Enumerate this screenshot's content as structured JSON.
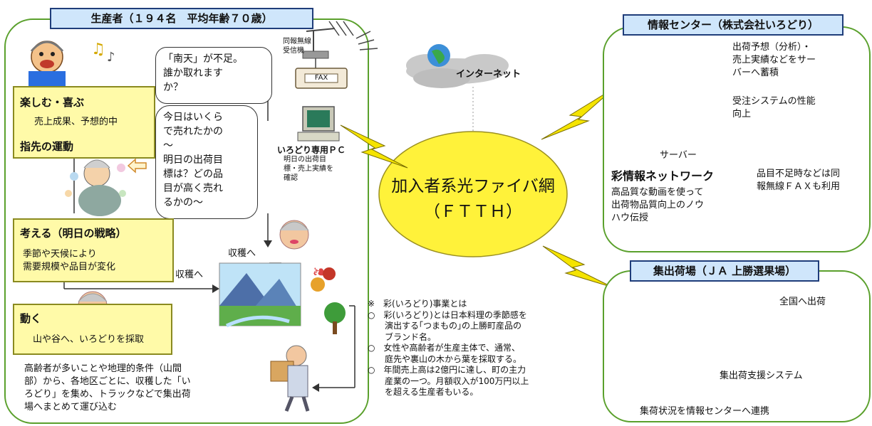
{
  "producers": {
    "title": "生産者（１９４名　平均年齢７０歳）",
    "radio_label": "同報無線\n受信機",
    "fax_label": "FAX",
    "bubble_fax": "「南天」が不足。\n誰か取れます\nか？",
    "bubble_pc": "今日はいくら\nで売れたかの\n～\n明日の出荷目\n標は？どの品\n目が高く売れ\nるかの～",
    "pc_title": "いろどり専用ＰＣ",
    "pc_desc": "明日の出荷目\n標・売上実績を\n確認",
    "enjoy_title": "楽しむ・喜ぶ",
    "enjoy_text": "売上成果、予想的中",
    "finger_title": "指先の運動",
    "think_title": "考える（明日の戦略）",
    "think_text": "季節や天候により\n需要規模や品目が変化",
    "harvest1": "収穫へ",
    "harvest2": "収穫へ",
    "move_title": "動く",
    "move_text": "山や谷へ、いろどりを採取",
    "bottom_text": "高齢者が多いことや地理的条件（山間\n部）から、各地区ごとに、収穫した「い\nろどり」を集め、トラックなどで集出荷\n場へまとめて運び込む"
  },
  "internet": {
    "label": "インターネット"
  },
  "ftth": {
    "line1": "加入者系光ファイバ網",
    "line2": "（ＦＴＴＨ）"
  },
  "info_center": {
    "title": "情報センター（株式会社いろどり）",
    "text1": "出荷予想（分析）・\n売上実績などをサー\nバーへ蓄積",
    "text2": "受注システムの性能\n向上",
    "server_label": "サーバー",
    "network_title": "彩情報ネットワーク",
    "network_text": "高品質な動画を使って\n出荷物品質向上のノウ\nハウ伝授",
    "fax_note": "品目不足時などは同\n報無線ＦＡＸも利用"
  },
  "shipping": {
    "title": "集出荷場（ＪＡ 上勝選果場）",
    "nationwide": "全国へ出荷",
    "system_label": "集出荷支援システム",
    "link_text": "集荷状況を情報センターへ連携"
  },
  "note": {
    "heading": "※　彩(いろどり)事業とは",
    "items": [
      "○　彩(いろどり)とは日本料理の季節感を\n　　演出する｢つまもの｣の上勝町産品の\n　　ブランド名。",
      "○　女性や高齢者が生産主体で、通常、\n　　庭先や裏山の木から葉を採取する。",
      "○　年間売上高は2億円に達し、町の主力\n　　産業の一つ。月額収入が100万円以上\n　　を超える生産者もいる。"
    ]
  },
  "colors": {
    "panel_border": "#5aa02c",
    "title_fill": "#cfe6fb",
    "yellow_box": "#fffaa8",
    "ftth_fill": "#fff23a",
    "bolt": "#f5e400"
  }
}
